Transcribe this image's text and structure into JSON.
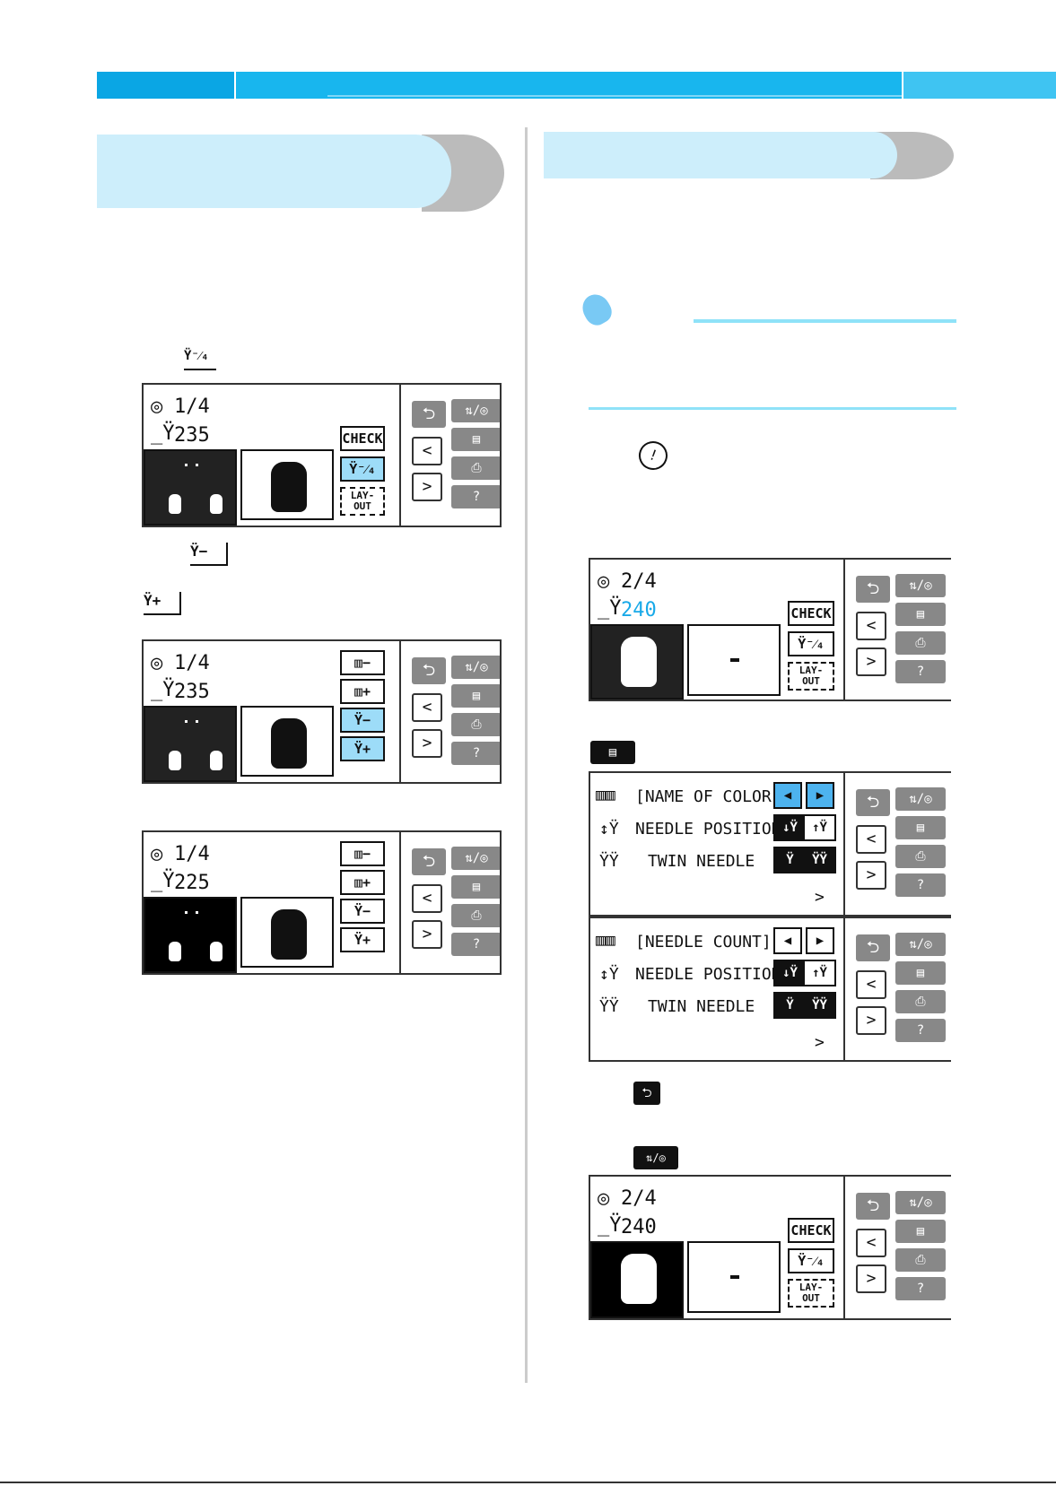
{
  "panels_common": {
    "back": "⮌",
    "prev": "<",
    "next": ">",
    "check": "CHECK",
    "layout_line1": "LAY-",
    "layout_line2": "OUT"
  },
  "panel1": {
    "page": "1/4",
    "stitches": "235"
  },
  "panel2": {
    "page": "1/4",
    "stitches": "235"
  },
  "panel3": {
    "page": "1/4",
    "stitches": "225"
  },
  "panel4": {
    "page": "2/4",
    "stitches": "240"
  },
  "panel5": {
    "row1": "[NAME OF COLOR]",
    "row2": "NEEDLE POSITION",
    "row3": "TWIN NEEDLE",
    "more": ">"
  },
  "panel6": {
    "row1": "[NEEDLE COUNT]",
    "row2": "NEEDLE POSITION",
    "row3": "TWIN NEEDLE",
    "more": ">"
  },
  "panel7": {
    "page": "2/4",
    "stitches": "240"
  },
  "colors": {
    "accent": "#18b6ee",
    "highlight": "#9ddcf8",
    "head": "#cdeefb"
  }
}
